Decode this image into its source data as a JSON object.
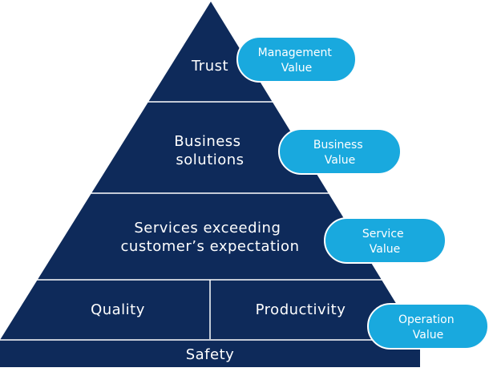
{
  "colors": {
    "pyramid_fill": "#0e2a5a",
    "divider": "#ffffff",
    "pill_fill": "#19a9de",
    "text": "#ffffff"
  },
  "pyramid": {
    "tiers": [
      {
        "lines": [
          "Trust"
        ]
      },
      {
        "lines": [
          "Business",
          "solutions"
        ]
      },
      {
        "lines": [
          "Services exceeding",
          "customer’s expectation"
        ]
      },
      {
        "left": "Quality",
        "right": "Productivity"
      }
    ],
    "base": "Safety"
  },
  "values": [
    {
      "lines": [
        "Management",
        "Value"
      ]
    },
    {
      "lines": [
        "Business",
        "Value"
      ]
    },
    {
      "lines": [
        "Service",
        "Value"
      ]
    },
    {
      "lines": [
        "Operation",
        "Value"
      ]
    }
  ]
}
